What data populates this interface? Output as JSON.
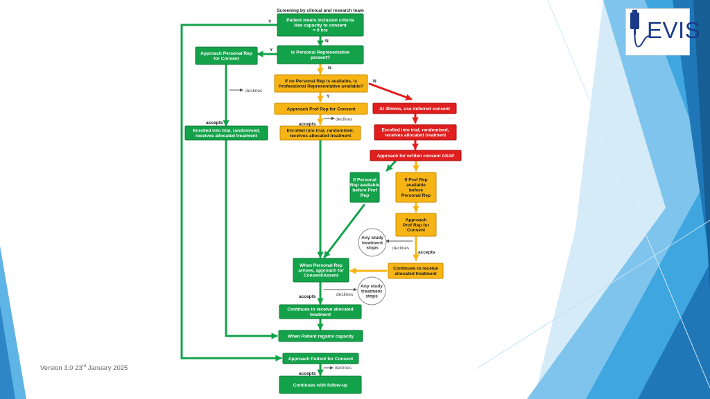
{
  "slide": {
    "title": "Screening by clinical and research team",
    "footer": {
      "prefix": "Version 3.0 23",
      "sup": "rd",
      "suffix": " January 2025"
    },
    "logo": {
      "text": "EVIS",
      "icon": "iv-drip-icon"
    }
  },
  "colors": {
    "green": "#13a24a",
    "green_border": "#0b7a34",
    "amber": "#f7b515",
    "amber_border": "#c98a00",
    "red": "#e01e1e",
    "red_border": "#a80f0f",
    "grey_arrow": "#555555"
  },
  "nodes": [
    {
      "id": "patient-criteria",
      "lines": [
        "Patient meets inclusion criteria",
        "Has capacity to consent",
        "= 0 hrs"
      ],
      "color": "green"
    },
    {
      "id": "personal-rep-present",
      "lines": [
        "Is Personal Representative",
        "present?"
      ],
      "color": "green"
    },
    {
      "id": "approach-personal-rep",
      "lines": [
        "Approach Personal Rep",
        "for Consent"
      ],
      "color": "green"
    },
    {
      "id": "prof-rep-available",
      "lines": [
        "If no Personal Rep is available, is",
        "Professional Representative available?"
      ],
      "color": "amber"
    },
    {
      "id": "approach-prof-rep",
      "lines": [
        "Approach Prof Rep for Consent"
      ],
      "color": "amber"
    },
    {
      "id": "deferred-consent",
      "lines": [
        "At 30mins, use deferred consent"
      ],
      "color": "red"
    },
    {
      "id": "enrolled-green",
      "lines": [
        "Enrolled into trial, randomised,",
        "receives allocated treatment"
      ],
      "color": "green"
    },
    {
      "id": "enrolled-amber",
      "lines": [
        "Enrolled into trial, randomised,",
        "receives allocated treatment"
      ],
      "color": "amber"
    },
    {
      "id": "enrolled-red",
      "lines": [
        "Enrolled into trial, randomised,",
        "receives allocated treatment"
      ],
      "color": "red"
    },
    {
      "id": "written-consent",
      "lines": [
        "Approach for written consent ASAP"
      ],
      "color": "red"
    },
    {
      "id": "personal-before-prof",
      "lines": [
        "If Personal",
        "Rep available",
        "before Prof",
        "Rep"
      ],
      "color": "green"
    },
    {
      "id": "prof-before-personal",
      "lines": [
        "If Prof Rep",
        "available",
        "before",
        "Personal Rep"
      ],
      "color": "amber"
    },
    {
      "id": "approach-prof-consent",
      "lines": [
        "Approach",
        "Prof Rep for",
        "Consent"
      ],
      "color": "amber"
    },
    {
      "id": "study-stops-1",
      "lines": [
        "Any study",
        "treatment",
        "stops"
      ],
      "color": "circle"
    },
    {
      "id": "continues-amber",
      "lines": [
        "Continues to receive",
        "allocated treatment"
      ],
      "color": "amber"
    },
    {
      "id": "personal-rep-arrives",
      "lines": [
        "When Personal Rep",
        "arrives, approach for",
        "Consent/Assent"
      ],
      "color": "green"
    },
    {
      "id": "study-stops-2",
      "lines": [
        "Any study",
        "treatment",
        "stops"
      ],
      "color": "circle"
    },
    {
      "id": "continues-green",
      "lines": [
        "Continues to receive allocated",
        "treatment"
      ],
      "color": "green"
    },
    {
      "id": "regains-capacity",
      "lines": [
        "When Patient regains capacity"
      ],
      "color": "green"
    },
    {
      "id": "approach-patient",
      "lines": [
        "Approach Patient for Consent"
      ],
      "color": "green"
    },
    {
      "id": "follow-up",
      "lines": [
        "Continues with follow-up"
      ],
      "color": "green"
    }
  ],
  "labels": {
    "y": "Y",
    "n": "N",
    "declines": "declines",
    "accepts": "accepts"
  }
}
